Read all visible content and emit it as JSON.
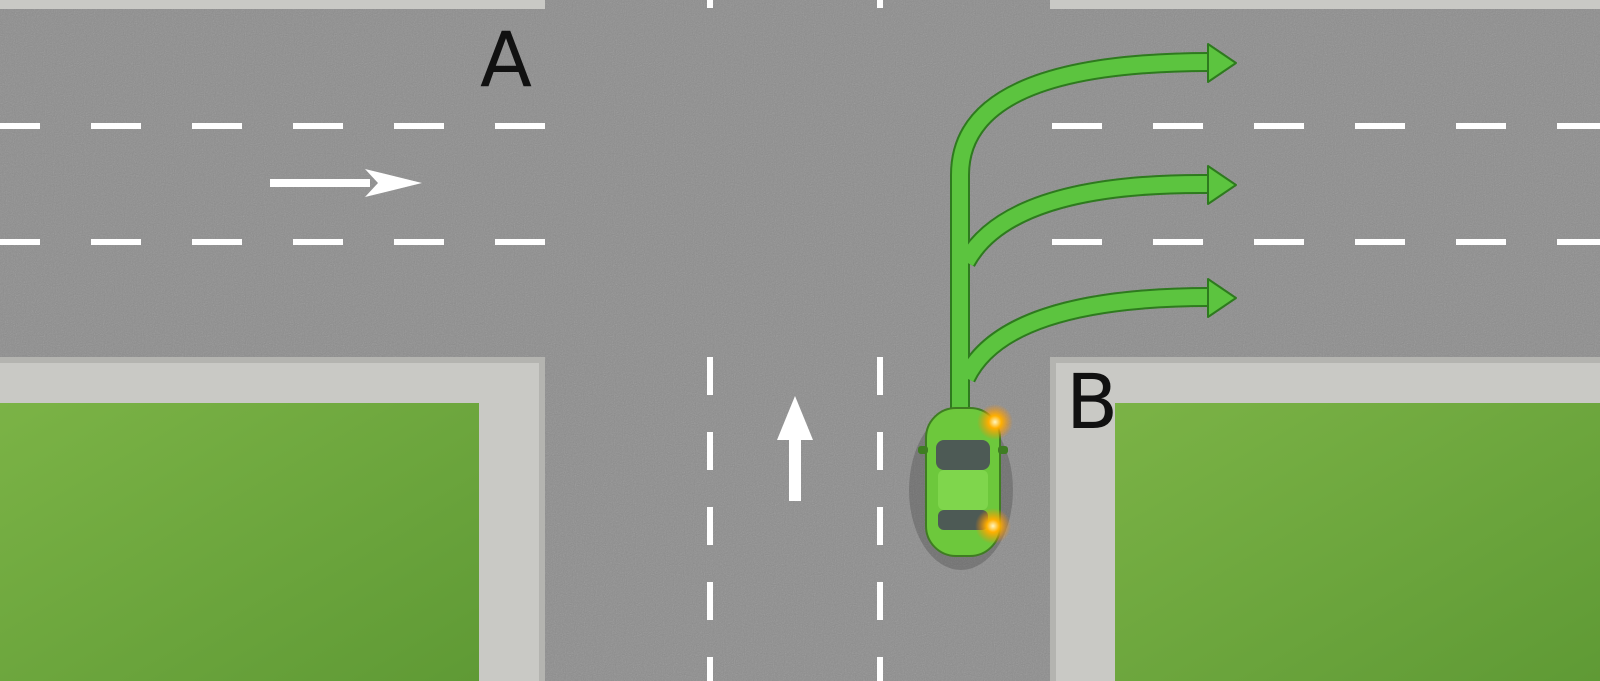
{
  "labels": {
    "top_left": "A",
    "right_corner": "B"
  },
  "colors": {
    "asphalt": "#8d8d8d",
    "sidewalk": "#c9c9c5",
    "curb": "#b4b4b0",
    "grass": "#6fa83e",
    "lane_marking": "#ffffff",
    "path_arrow": "#5cc43f",
    "path_arrow_edge": "#2e7a1e",
    "car_body": "#6dc83c",
    "turn_signal": "#ffb000"
  },
  "icons": {
    "direction_arrow_right": "arrow-right",
    "direction_arrow_up": "arrow-up",
    "vehicle": "car-top-view",
    "turn_indicator": "turn-signal-glow"
  }
}
